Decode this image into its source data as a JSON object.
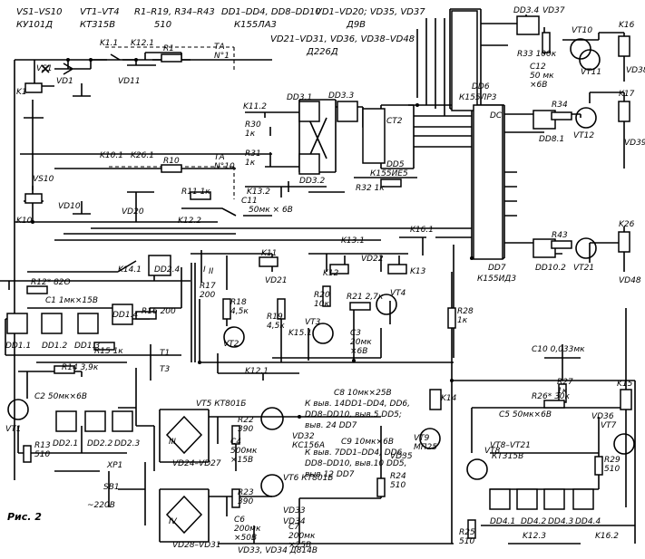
{
  "header": {
    "vs": "VS1–VS10",
    "vs_type": "КУ101Д",
    "vt": "VT1–VT4",
    "vt_type": "КТ315В",
    "r": "R1–R19, R34–R43",
    "r_val": "510",
    "dd": "DD1–DD4, DD8–DD10",
    "dd_type": "К155ЛА3",
    "vd1": "VD1–VD20; VD35, VD37",
    "vd1_type": "Д9В",
    "vd2": "VD21–VD31, VD36, VD38–VD48",
    "vd2_type": "Д226Д"
  },
  "figure_label": "Рис. 2",
  "labels": [
    {
      "id": "vs1",
      "text": "VS1"
    },
    {
      "id": "vd1",
      "text": "VD1"
    },
    {
      "id": "k1",
      "text": "K1"
    },
    {
      "id": "k11",
      "text": "K1.1"
    },
    {
      "id": "k121",
      "text": "K12.1"
    },
    {
      "id": "vd11",
      "text": "VD11"
    },
    {
      "id": "r1",
      "text": "R1"
    },
    {
      "id": "ta1",
      "text": "ТА\nN°1"
    },
    {
      "id": "vs10",
      "text": "VS10"
    },
    {
      "id": "k10",
      "text": "K10"
    },
    {
      "id": "vd10",
      "text": "VD10"
    },
    {
      "id": "k101",
      "text": "K10.1"
    },
    {
      "id": "k261",
      "text": "K26.1"
    },
    {
      "id": "r10",
      "text": "R10"
    },
    {
      "id": "ta10",
      "text": "ТА\nN°10"
    },
    {
      "id": "vd20",
      "text": "VD20"
    },
    {
      "id": "r11",
      "text": "R11 1к"
    },
    {
      "id": "k122",
      "text": "K12.2"
    },
    {
      "id": "k112",
      "text": "K11.2"
    },
    {
      "id": "r30",
      "text": "R30\n1к"
    },
    {
      "id": "r31",
      "text": "R31\n1к"
    },
    {
      "id": "dd31",
      "text": "DD3.1"
    },
    {
      "id": "dd33",
      "text": "DD3.3"
    },
    {
      "id": "dd32",
      "text": "DD3.2"
    },
    {
      "id": "k132",
      "text": "K13.2"
    },
    {
      "id": "c11",
      "text": "C11"
    },
    {
      "id": "c11v",
      "text": "50мк × 6В"
    },
    {
      "id": "ct2",
      "text": "CT2"
    },
    {
      "id": "dd5",
      "text": "DD5"
    },
    {
      "id": "dd5t",
      "text": "К155ИЕ5"
    },
    {
      "id": "r32",
      "text": "R32 1к"
    },
    {
      "id": "dd6",
      "text": "DD6"
    },
    {
      "id": "dd6t",
      "text": "К155ЛР3"
    },
    {
      "id": "dd34",
      "text": "DD3.4"
    },
    {
      "id": "vd37",
      "text": "VD37"
    },
    {
      "id": "vt10",
      "text": "VT10"
    },
    {
      "id": "vt11",
      "text": "VT11"
    },
    {
      "id": "r33",
      "text": "R33 100к"
    },
    {
      "id": "c12",
      "text": "C12\n50 мк\n×6В"
    },
    {
      "id": "k16",
      "text": "K16"
    },
    {
      "id": "vd38",
      "text": "VD38"
    },
    {
      "id": "dc",
      "text": "DC"
    },
    {
      "id": "r34",
      "text": "R34"
    },
    {
      "id": "dd81",
      "text": "DD8.1"
    },
    {
      "id": "vt12",
      "text": "VT12"
    },
    {
      "id": "k17",
      "text": "K17"
    },
    {
      "id": "vd39",
      "text": "VD39"
    },
    {
      "id": "k161",
      "text": "K16.1"
    },
    {
      "id": "k26",
      "text": "K26"
    },
    {
      "id": "r43",
      "text": "R43"
    },
    {
      "id": "vt21",
      "text": "VT21"
    },
    {
      "id": "dd102",
      "text": "DD10.2"
    },
    {
      "id": "vd48",
      "text": "VD48"
    },
    {
      "id": "dd7",
      "text": "DD7"
    },
    {
      "id": "dd7t",
      "text": "К155ИД3"
    },
    {
      "id": "k131",
      "text": "K13.1"
    },
    {
      "id": "k11r",
      "text": "K11"
    },
    {
      "id": "vd21",
      "text": "VD21"
    },
    {
      "id": "vd22",
      "text": "VD22"
    },
    {
      "id": "k12",
      "text": "K12"
    },
    {
      "id": "k13",
      "text": "K13"
    },
    {
      "id": "r12",
      "text": "R12* 82О"
    },
    {
      "id": "k141",
      "text": "K14.1"
    },
    {
      "id": "dd24",
      "text": "DD2.4"
    },
    {
      "id": "c1",
      "text": "C1 1мк×15В"
    },
    {
      "id": "r16",
      "text": "R16 200"
    },
    {
      "id": "dd11",
      "text": "DD1.1"
    },
    {
      "id": "dd12",
      "text": "DD1.2"
    },
    {
      "id": "dd13",
      "text": "DD1.3"
    },
    {
      "id": "dd14",
      "text": "DD1.4"
    },
    {
      "id": "r15",
      "text": "R15 1к"
    },
    {
      "id": "t1",
      "text": "T1"
    },
    {
      "id": "r17",
      "text": "R17\n200"
    },
    {
      "id": "r18",
      "text": "R18\n4,5к"
    },
    {
      "id": "r19",
      "text": "R19\n4,5к"
    },
    {
      "id": "r20",
      "text": "R20\n10к"
    },
    {
      "id": "r21",
      "text": "R21 2,7к"
    },
    {
      "id": "vt2",
      "text": "VT2"
    },
    {
      "id": "vt3",
      "text": "VT3"
    },
    {
      "id": "vt4",
      "text": "VT4"
    },
    {
      "id": "k151",
      "text": "K15.1"
    },
    {
      "id": "c3",
      "text": "C3\n20мк\n×6В"
    },
    {
      "id": "k121b",
      "text": "K12.1"
    },
    {
      "id": "r28",
      "text": "R28\n1к"
    },
    {
      "id": "c10",
      "text": "C10 0,033мк"
    },
    {
      "id": "t3",
      "text": "T3"
    },
    {
      "id": "r14",
      "text": "R14 3,9к"
    },
    {
      "id": "c2",
      "text": "C2 50мк×6В"
    },
    {
      "id": "dd21",
      "text": "DD2.1"
    },
    {
      "id": "dd22",
      "text": "DD2.2"
    },
    {
      "id": "dd23",
      "text": "DD2.3"
    },
    {
      "id": "vt1",
      "text": "VT1"
    },
    {
      "id": "r13",
      "text": "R13\n510"
    },
    {
      "id": "vt5",
      "text": "VT5 КТ801Б"
    },
    {
      "id": "r22",
      "text": "R22\n390"
    },
    {
      "id": "c4",
      "text": "C4\n500мк\n×15В"
    },
    {
      "id": "vd32",
      "text": "VD32\nКС156А"
    },
    {
      "id": "vd24",
      "text": "VD24–VD27"
    },
    {
      "id": "c8",
      "text": "C8 10мк×25В"
    },
    {
      "id": "k14",
      "text": "K14"
    },
    {
      "id": "n1",
      "text": "К выв. 14DD1–DD4, DD6,"
    },
    {
      "id": "n2",
      "text": "DD8–DD10, выв.5 DD5;"
    },
    {
      "id": "n3",
      "text": "выв. 24 DD7"
    },
    {
      "id": "c9",
      "text": "C9 10мк×6В"
    },
    {
      "id": "vt9",
      "text": "VT9\nМП25"
    },
    {
      "id": "vd35",
      "text": "VD35"
    },
    {
      "id": "r24",
      "text": "R24\n510"
    },
    {
      "id": "n4",
      "text": "К выв. 7DD1–DD4, DD6,"
    },
    {
      "id": "n5",
      "text": "DD8–DD10, выв.10 DD5,"
    },
    {
      "id": "n6",
      "text": "выв.12 DD7"
    },
    {
      "id": "vt6",
      "text": "VT6 КТ801Б"
    },
    {
      "id": "r23",
      "text": "R23\n390"
    },
    {
      "id": "c6",
      "text": "C6\n200мк\n×50В"
    },
    {
      "id": "c7",
      "text": "C7\n200мк\n×25В"
    },
    {
      "id": "vd33",
      "text": "VD33"
    },
    {
      "id": "vd34",
      "text": "VD34"
    },
    {
      "id": "vd2831",
      "text": "VD28–VD31"
    },
    {
      "id": "vd3334",
      "text": "VD33, VD34 Д814В"
    },
    {
      "id": "xp1",
      "text": "XP1"
    },
    {
      "id": "sb1",
      "text": "SB1"
    },
    {
      "id": "v220",
      "text": "~220В"
    },
    {
      "id": "vt78",
      "text": "VT8–VT21"
    },
    {
      "id": "vt78t",
      "text": "КТ315В"
    },
    {
      "id": "r27",
      "text": "R27\n1к"
    },
    {
      "id": "k15",
      "text": "K15"
    },
    {
      "id": "r26",
      "text": "R26* 30к"
    },
    {
      "id": "c5",
      "text": "C5 50мк×6В"
    },
    {
      "id": "vt8",
      "text": "VT8"
    },
    {
      "id": "vd36",
      "text": "VD36"
    },
    {
      "id": "r29",
      "text": "R29\n510"
    },
    {
      "id": "vt7",
      "text": "VT7"
    },
    {
      "id": "dd41",
      "text": "DD4.1"
    },
    {
      "id": "dd42",
      "text": "DD4.2"
    },
    {
      "id": "dd43",
      "text": "DD4.3"
    },
    {
      "id": "dd44",
      "text": "DD4.4"
    },
    {
      "id": "k123",
      "text": "K12.3"
    },
    {
      "id": "k162",
      "text": "K16.2"
    },
    {
      "id": "r25",
      "text": "R25\n510"
    },
    {
      "id": "tI",
      "text": "I"
    },
    {
      "id": "tII",
      "text": "II"
    },
    {
      "id": "tIII",
      "text": "III"
    },
    {
      "id": "tIV",
      "text": "IV"
    }
  ]
}
